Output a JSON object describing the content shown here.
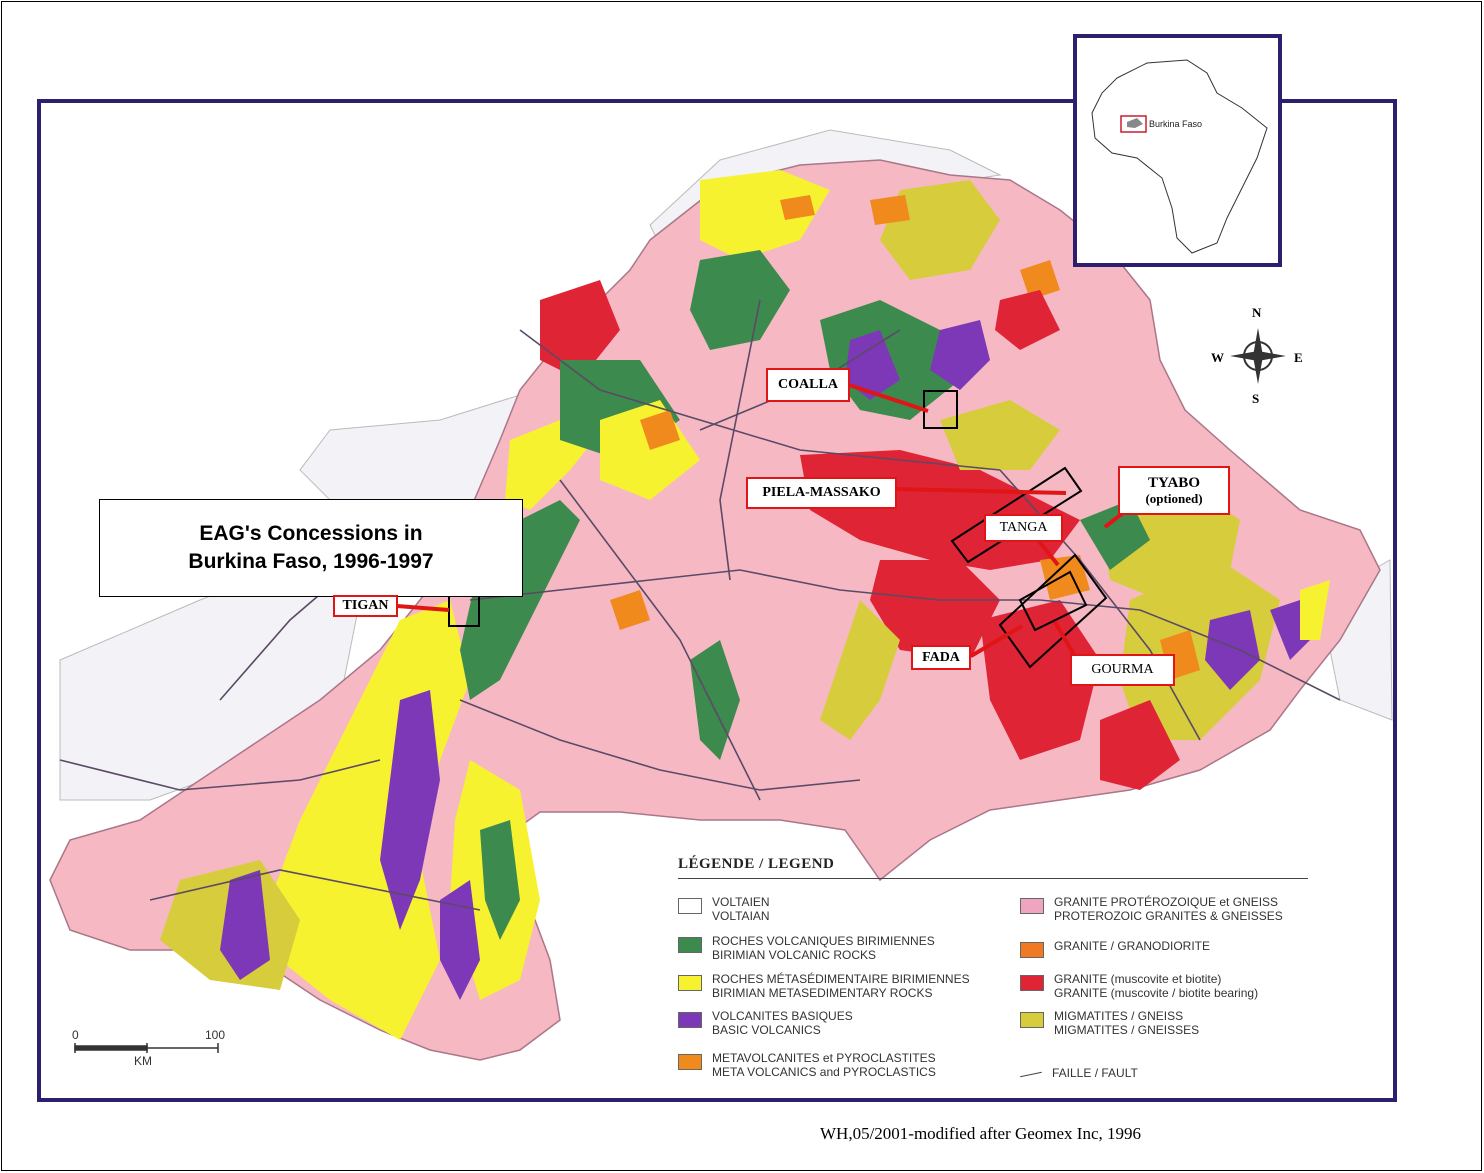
{
  "title": "EAG's Concessions in\nBurkina Faso, 1996-1997",
  "credit": "WH,05/2001-modified after Geomex Inc, 1996",
  "inset": {
    "label": "Burkina Faso"
  },
  "compass": {
    "n": "N",
    "s": "S",
    "e": "E",
    "w": "W"
  },
  "scale": {
    "start": "0",
    "end": "100",
    "unit": "KM"
  },
  "concessions": [
    {
      "id": "coalla",
      "label": "COALLA"
    },
    {
      "id": "piela-massako",
      "label": "PIELA-MASSAKO"
    },
    {
      "id": "tyabo",
      "label": "TYABO",
      "sublabel": "(optioned)"
    },
    {
      "id": "tanga",
      "label": "TANGA"
    },
    {
      "id": "fada",
      "label": "FADA"
    },
    {
      "id": "gourma",
      "label": "GOURMA"
    },
    {
      "id": "tigan",
      "label": "TIGAN"
    }
  ],
  "legend": {
    "title": "LÉGENDE / LEGEND",
    "items": [
      {
        "fr": "VOLTAIEN",
        "en": "VOLTAIAN",
        "color": "#ffffff"
      },
      {
        "fr": "ROCHES VOLCANIQUES BIRIMIENNES",
        "en": "BIRIMIAN VOLCANIC ROCKS",
        "color": "#3d8a4e"
      },
      {
        "fr": "ROCHES MÉTASÉDIMENTAIRE BIRIMIENNES",
        "en": "BIRIMIAN METASEDIMENTARY ROCKS",
        "color": "#f6f230"
      },
      {
        "fr": "VOLCANITES BASIQUES",
        "en": "BASIC VOLCANICS",
        "color": "#7d38b8"
      },
      {
        "fr": "METAVOLCANITES et PYROCLASTITES",
        "en": "META VOLCANICS and PYROCLASTICS",
        "color": "#f08a1c"
      },
      {
        "fr": "GRANITE PROTÉROZOIQUE et GNEISS",
        "en": "PROTEROZOIC GRANITES & GNEISSES",
        "color": "#f1a4bf"
      },
      {
        "fr": "GRANITE / GRANODIORITE",
        "en": "",
        "color": "#f07a24"
      },
      {
        "fr": "GRANITE (muscovite et biotite)",
        "en": "GRANITE (muscovite / biotite bearing)",
        "color": "#df2436"
      },
      {
        "fr": "MIGMATITES / GNEISS",
        "en": "MIGMATITES / GNEISSES",
        "color": "#d6cc3c"
      },
      {
        "fr": "FAILLE / FAULT",
        "en": "",
        "color": "#444444"
      }
    ]
  },
  "colors": {
    "frame": "#2b1f6e",
    "label_border": "#e01515",
    "pink": "#f6b9c4",
    "green": "#3d8a4e",
    "yellow": "#f6f230",
    "purple": "#7d38b8",
    "orange": "#f08a1c",
    "red": "#df2436",
    "olive": "#d6cc3c"
  }
}
